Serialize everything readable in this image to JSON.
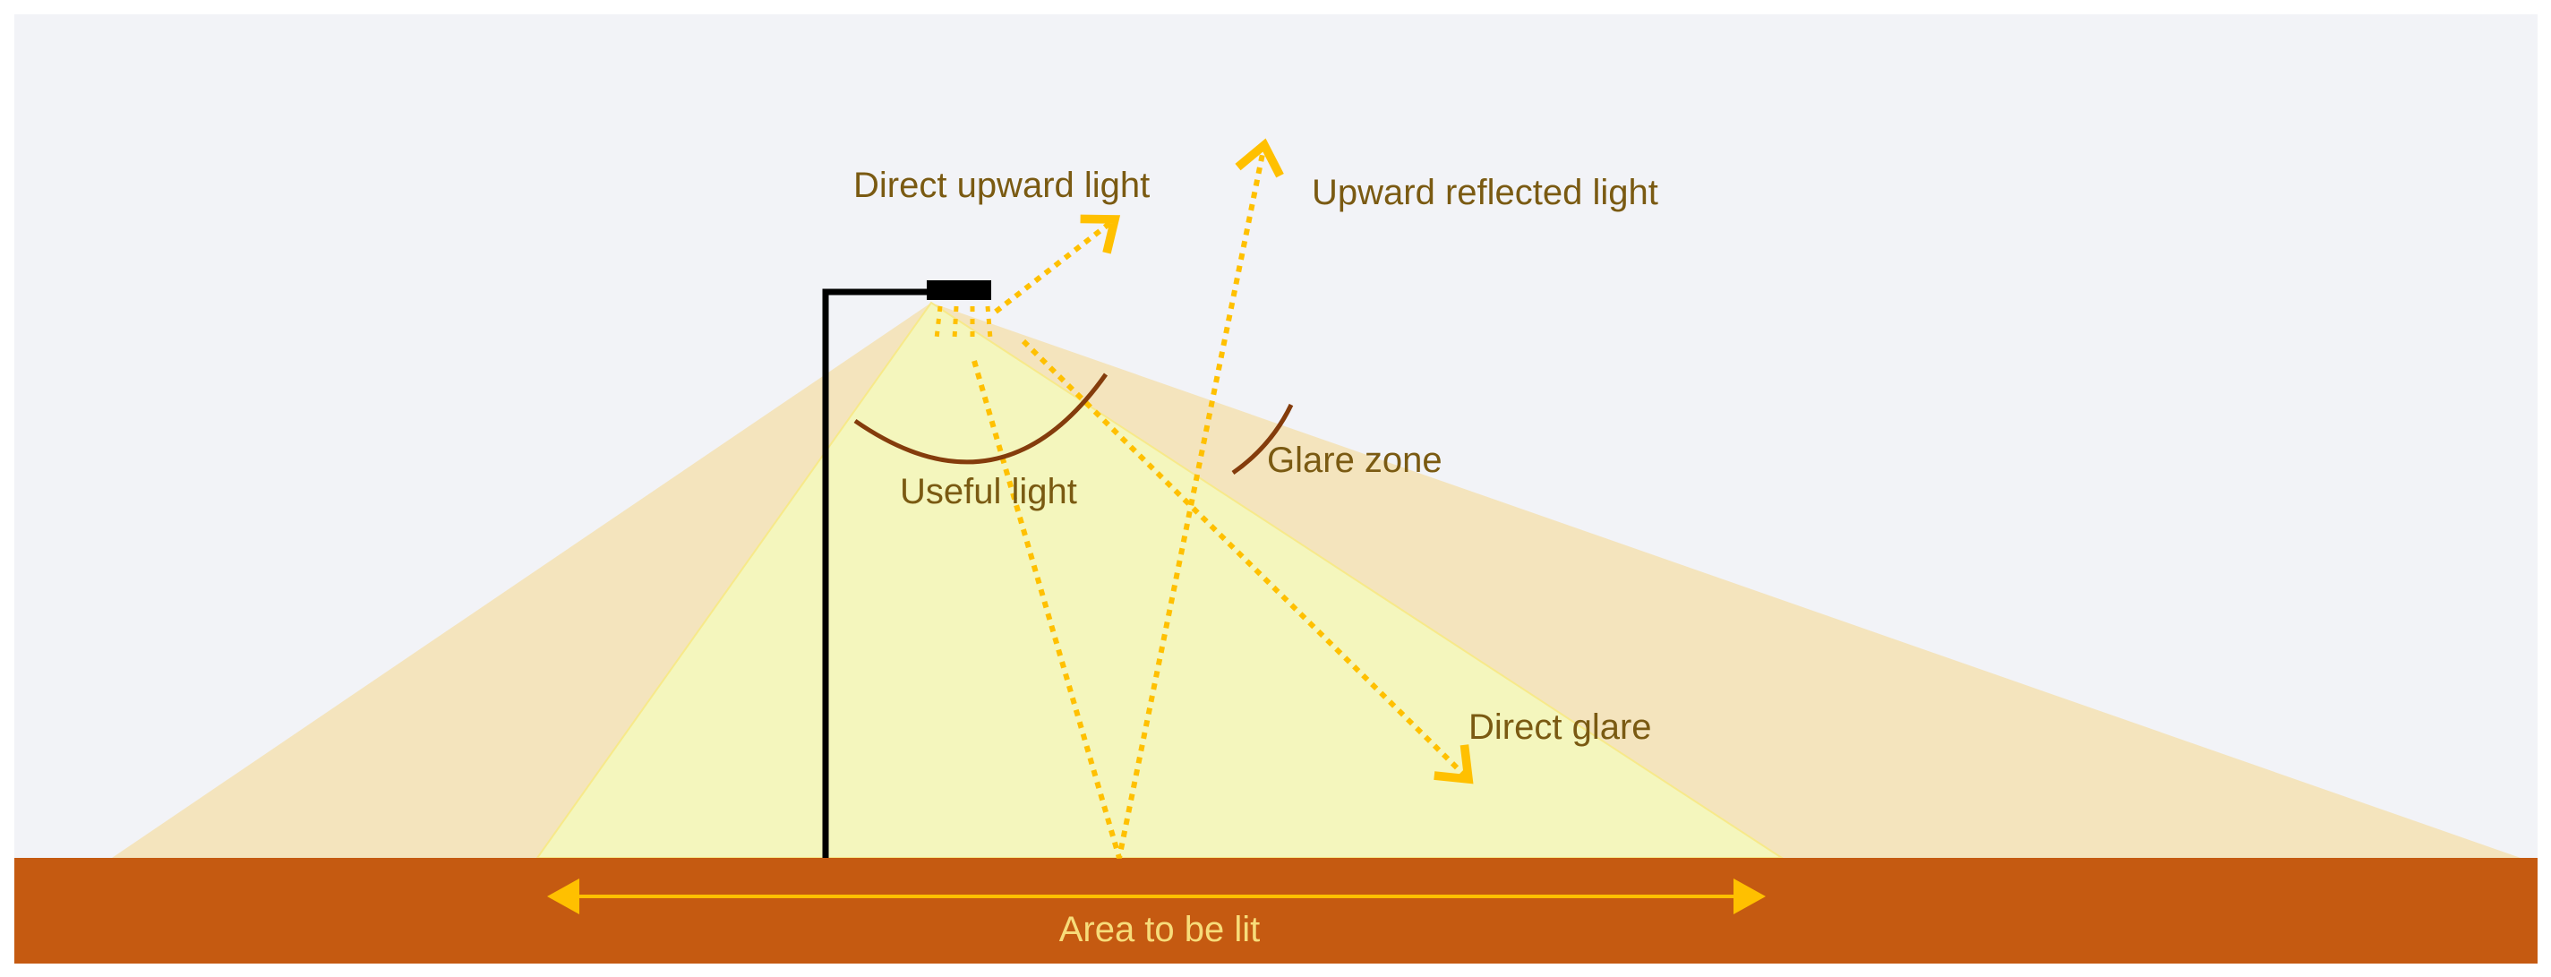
{
  "labels": {
    "direct_upward": "Direct upward light",
    "upward_reflected": "Upward reflected light",
    "glare_zone": "Glare zone",
    "useful_light": "Useful light",
    "direct_glare": "Direct glare",
    "area_to_be_lit": "Area to be lit"
  },
  "colors": {
    "background": "#f2f3f7",
    "outer_cone": "#f4e4bd",
    "inner_cone": "#f4f6bd",
    "ground": "#c55a11",
    "light_ray": "#ffc000",
    "arc": "#843c0c",
    "pole": "#000000",
    "text": "#7a5a12",
    "ground_text": "#f7dc7a"
  }
}
